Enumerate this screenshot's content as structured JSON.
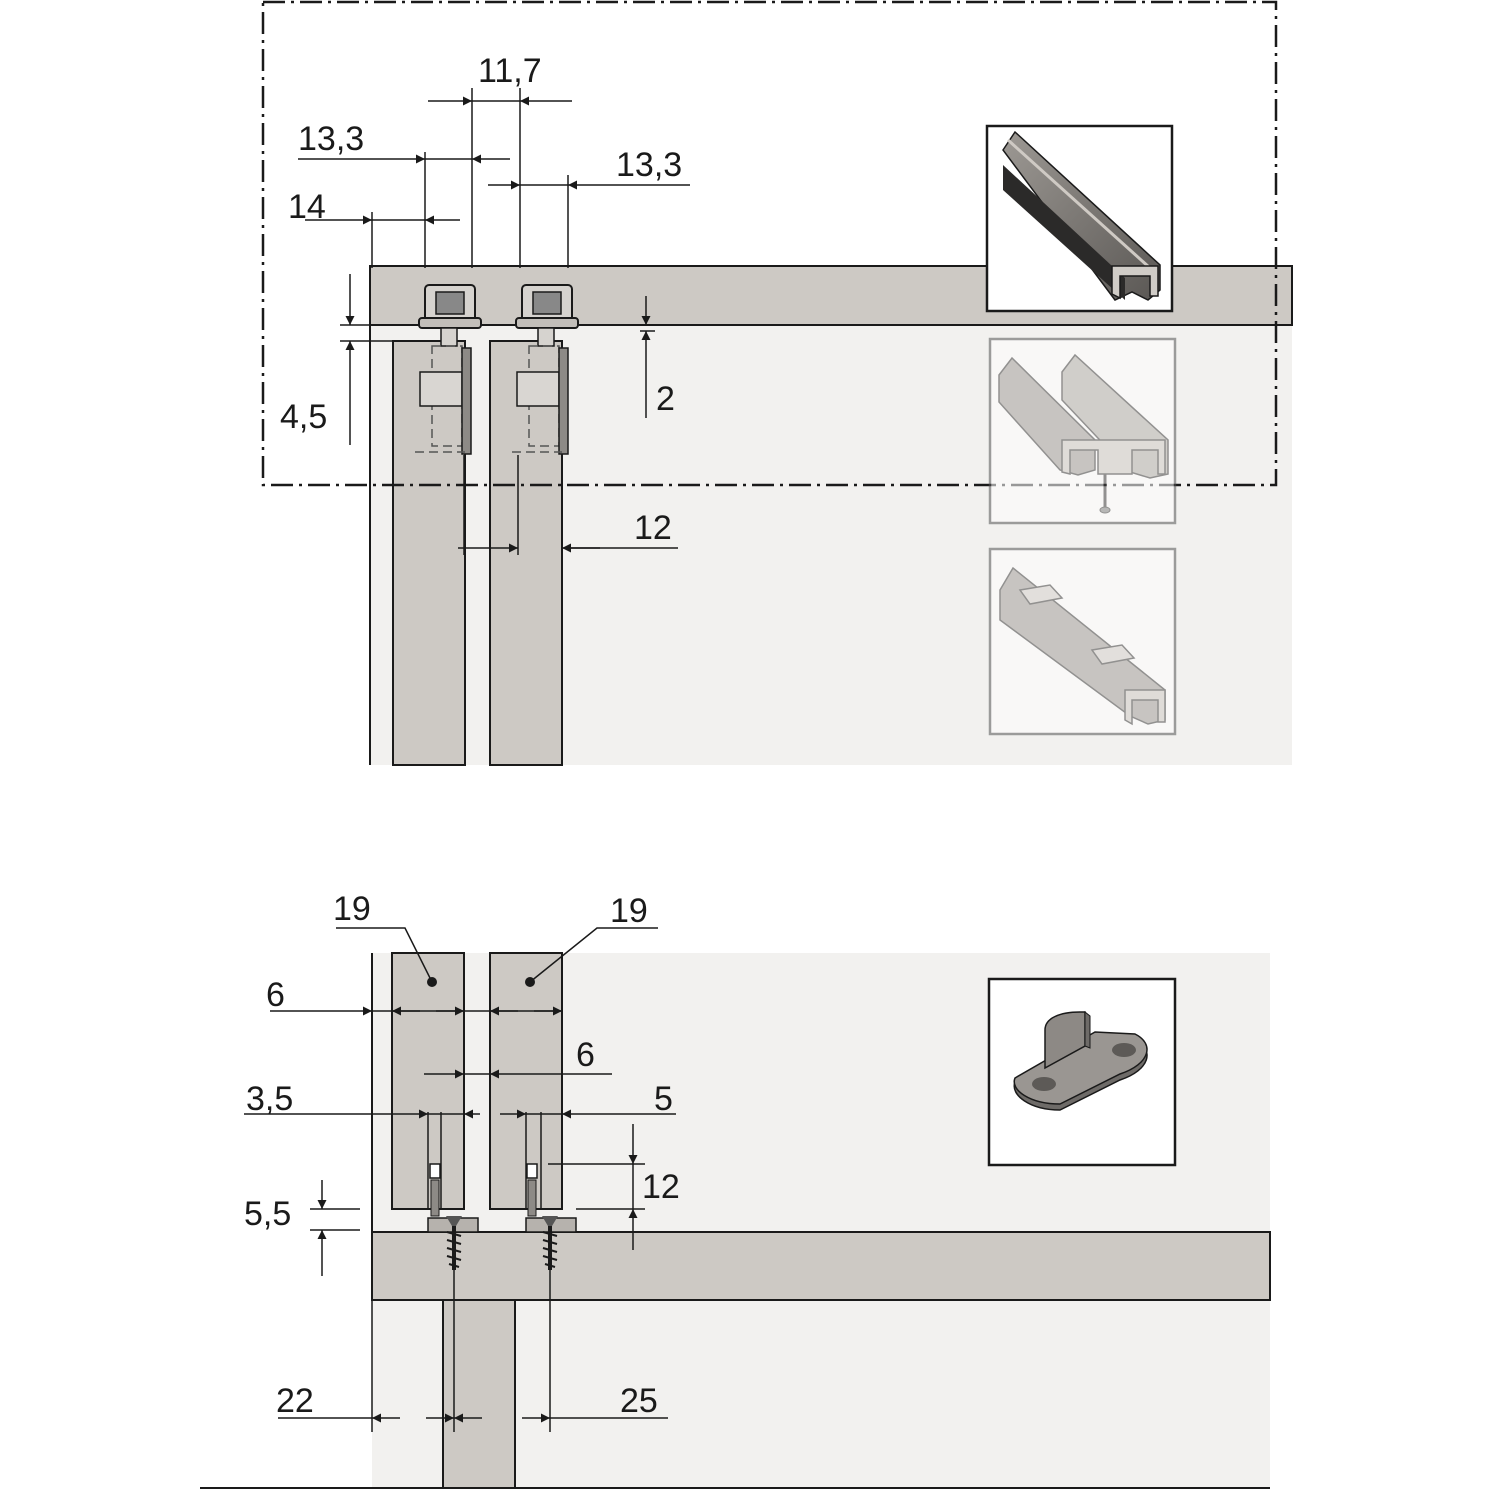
{
  "top_view": {
    "dimensions": {
      "d_11_7": "11,7",
      "d_13_3_left": "13,3",
      "d_13_3_right": "13,3",
      "d_14": "14",
      "d_4_5": "4,5",
      "d_2": "2",
      "d_12": "12"
    },
    "insets": [
      "single-track-profile",
      "double-track-profile",
      "track-with-clips"
    ]
  },
  "bottom_view": {
    "dimensions": {
      "d_19_left": "19",
      "d_19_right": "19",
      "d_6_left": "6",
      "d_6_mid": "6",
      "d_3_5": "3,5",
      "d_5": "5",
      "d_5_5": "5,5",
      "d_12": "12",
      "d_22": "22",
      "d_25": "25"
    },
    "insets": [
      "floor-guide"
    ]
  },
  "colors": {
    "panel": "#cdc9c4",
    "background": "#f2f1ef",
    "line": "#1a1a1a"
  }
}
